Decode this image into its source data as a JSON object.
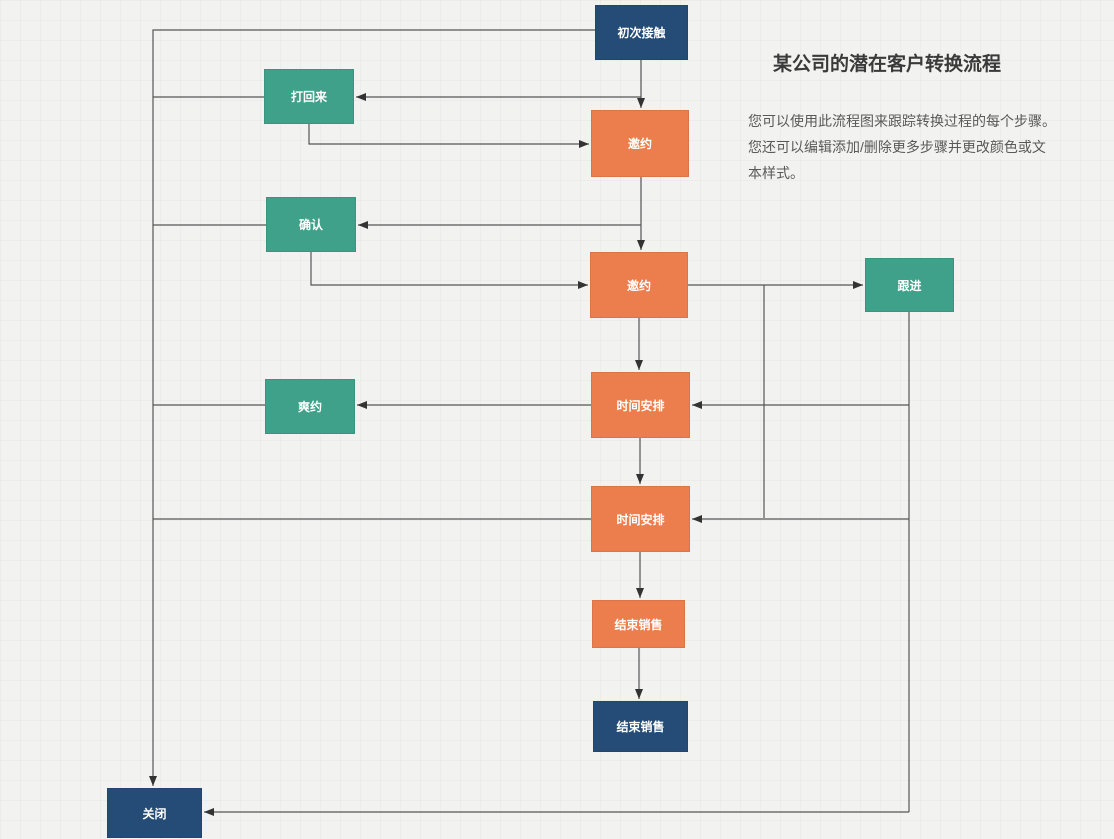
{
  "title": "某公司的潜在客户转换流程",
  "description": {
    "text": "您可以使用此流程图来跟踪转换过程的每个步骤。您还可以编辑添加/删除更多步骤并更改颜色或文本样式。",
    "lines": [
      "您可以使用此流程图来跟踪转换过程的每个步骤。",
      "您还可以编辑添加/删除更多步骤并更改颜色或文",
      "本样式。"
    ]
  },
  "colors": {
    "navy": "#254C76",
    "green": "#3FA189",
    "orange": "#EC7D4D",
    "background": "#F2F2F1",
    "connector": "#565656",
    "arrowhead": "#333333",
    "title_text": "#3A3A3A",
    "body_text": "#595959",
    "node_text": "#FFFFFF"
  },
  "nodes": [
    {
      "id": "first-contact",
      "label": "初次接触",
      "color": "navy"
    },
    {
      "id": "call-back",
      "label": "打回来",
      "color": "green"
    },
    {
      "id": "invite-1",
      "label": "邀约",
      "color": "orange"
    },
    {
      "id": "confirm",
      "label": "确认",
      "color": "green"
    },
    {
      "id": "invite-2",
      "label": "邀约",
      "color": "orange"
    },
    {
      "id": "follow-up",
      "label": "跟进",
      "color": "green"
    },
    {
      "id": "no-show",
      "label": "爽约",
      "color": "green"
    },
    {
      "id": "schedule-1",
      "label": "时间安排",
      "color": "orange"
    },
    {
      "id": "schedule-2",
      "label": "时间安排",
      "color": "orange"
    },
    {
      "id": "end-sale-1",
      "label": "结束销售",
      "color": "orange"
    },
    {
      "id": "end-sale-2",
      "label": "结束销售",
      "color": "navy"
    },
    {
      "id": "close",
      "label": "关闭",
      "color": "navy"
    }
  ]
}
